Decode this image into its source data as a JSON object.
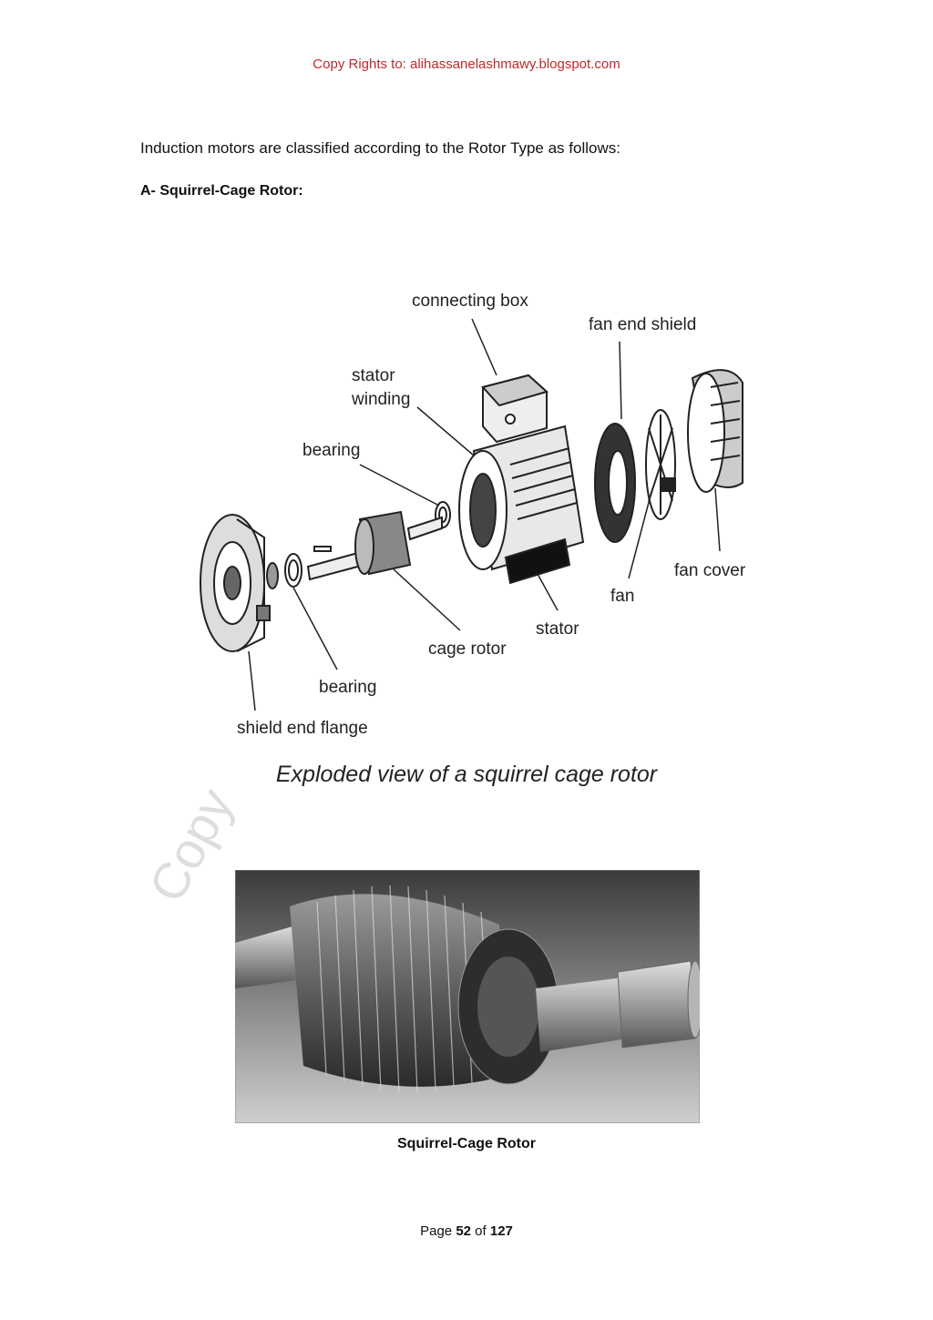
{
  "header": {
    "copyright": "Copy Rights to: alihassanelashmawy.blogspot.com"
  },
  "intro": "Induction motors are classified according to the Rotor Type as follows:",
  "section_title": "A- Squirrel-Cage Rotor:",
  "figure1": {
    "labels": {
      "connecting_box": "connecting box",
      "fan_end_shield": "fan end shield",
      "stator_winding_1": "stator",
      "stator_winding_2": "winding",
      "bearing_top": "bearing",
      "fan_cover": "fan cover",
      "fan": "fan",
      "stator": "stator",
      "cage_rotor": "cage rotor",
      "bearing_bottom": "bearing",
      "shield_end_flange": "shield end flange"
    },
    "caption": "Exploded view of a squirrel cage rotor"
  },
  "figure2": {
    "caption": "Squirrel-Cage Rotor",
    "watermark": "Copy"
  },
  "footer": {
    "page_prefix": "Page",
    "page_number": "52",
    "of": "of",
    "total_pages": "127"
  }
}
